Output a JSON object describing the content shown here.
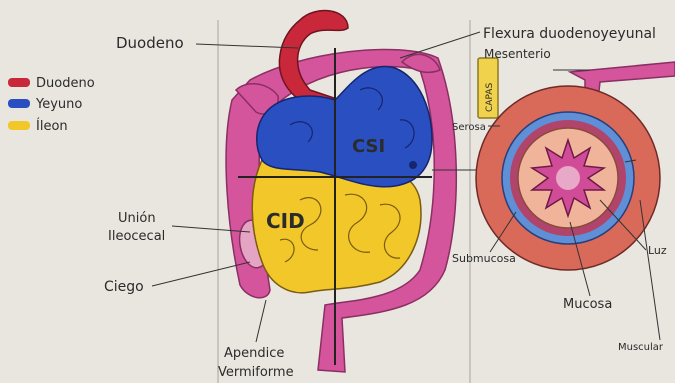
{
  "legend": [
    {
      "label": "Duodeno",
      "color": "#c8283a"
    },
    {
      "label": "Yeyuno",
      "color": "#2a4fc0"
    },
    {
      "label": "Íleon",
      "color": "#f2c72a"
    }
  ],
  "labels": {
    "duodeno": "Duodeno",
    "flexura": "Flexura duodenoyeyunal",
    "mesenterio": "Mesenterio",
    "capas": "CAPAS",
    "serosa": "Serosa",
    "csi": "CSI",
    "cid": "CID",
    "union_1": "Unión",
    "union_2": "Ileocecal",
    "ciego": "Ciego",
    "apendice_1": "Apendice",
    "apendice_2": "Vermiforme",
    "submucosa": "Submucosa",
    "mucosa": "Mucosa",
    "luz": "Luz",
    "muscular": "Muscular"
  },
  "colors": {
    "background": "#e9e6e0",
    "colon": "#d4559b",
    "colon_outline": "#8a2f63",
    "duodeno": "#c8283a",
    "yeyuno": "#2a4fc0",
    "ileon": "#f2c72a",
    "ciego": "#e6a4c4",
    "muscular_ring": "#d96a5a",
    "submucosa_ring": "#5f8fd6",
    "mucosa_ring": "#f0b49a",
    "lumen": "#d04c96",
    "capas_box": "#f1d24c"
  }
}
